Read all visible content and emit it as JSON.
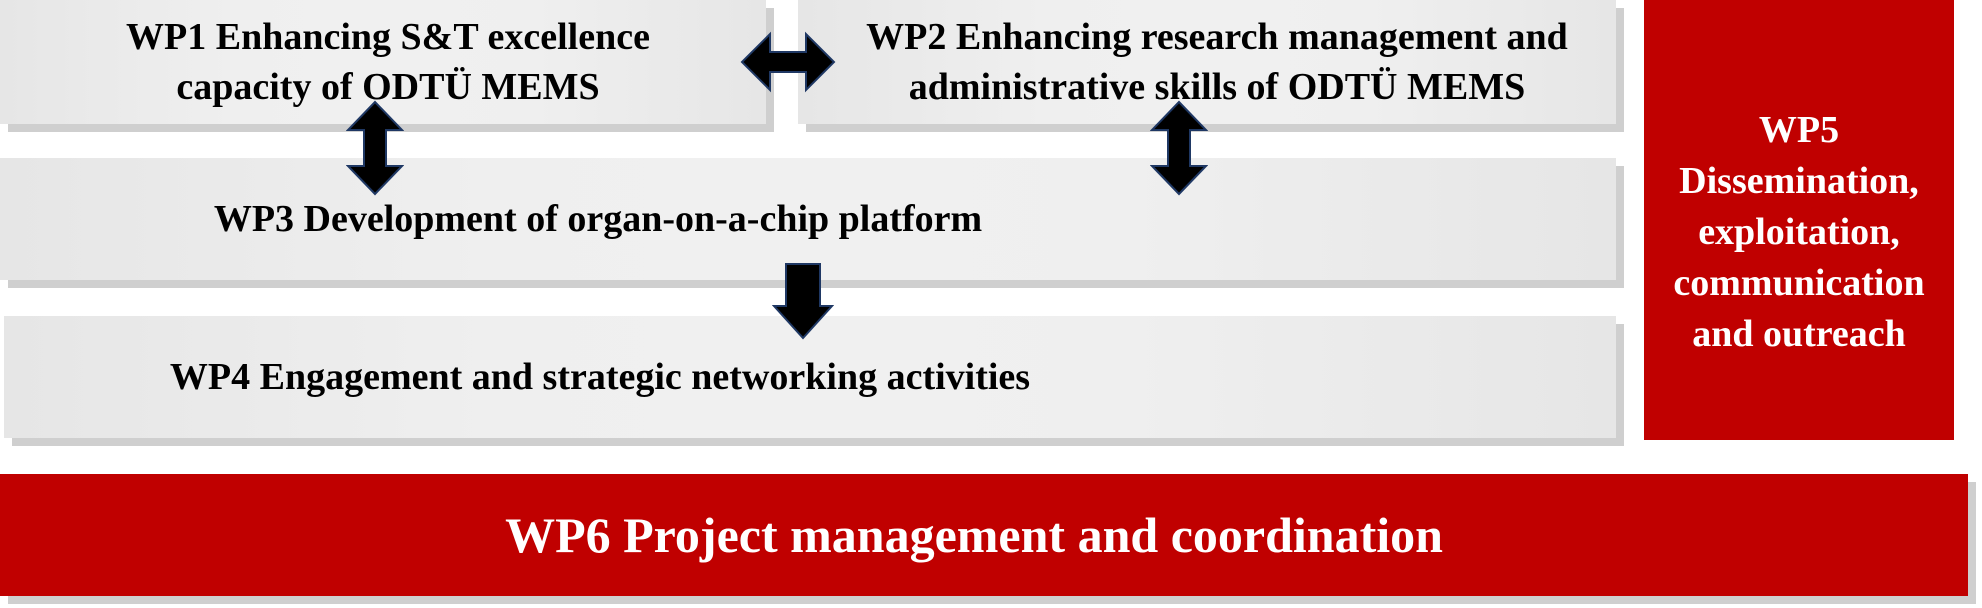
{
  "diagram": {
    "work_packages": [
      {
        "id": "wp1",
        "label": "WP1 Enhancing S&T excellence\ncapacity of ODTÜ MEMS"
      },
      {
        "id": "wp2",
        "label": "WP2 Enhancing research management and\nadministrative skills of ODTÜ MEMS"
      },
      {
        "id": "wp3",
        "label": "WP3 Development of organ-on-a-chip platform"
      },
      {
        "id": "wp4",
        "label": "WP4 Engagement and strategic networking activities"
      },
      {
        "id": "wp5",
        "label": "WP5\nDissemination,\nexploitation,\ncommunication\nand outreach"
      },
      {
        "id": "wp6",
        "label": "WP6 Project management and coordination"
      }
    ],
    "connections": [
      {
        "from": "WP1",
        "to": "WP2",
        "type": "bidirectional"
      },
      {
        "from": "WP1",
        "to": "WP3",
        "type": "bidirectional"
      },
      {
        "from": "WP2",
        "to": "WP3",
        "type": "bidirectional"
      },
      {
        "from": "WP3",
        "to": "WP4",
        "type": "directed"
      }
    ],
    "colors": {
      "box_grey": "#eeeeee",
      "box_red": "#c00000",
      "shadow": "#cfcfcf",
      "arrow_fill": "#000000",
      "arrow_stroke": "#1f3864"
    }
  }
}
